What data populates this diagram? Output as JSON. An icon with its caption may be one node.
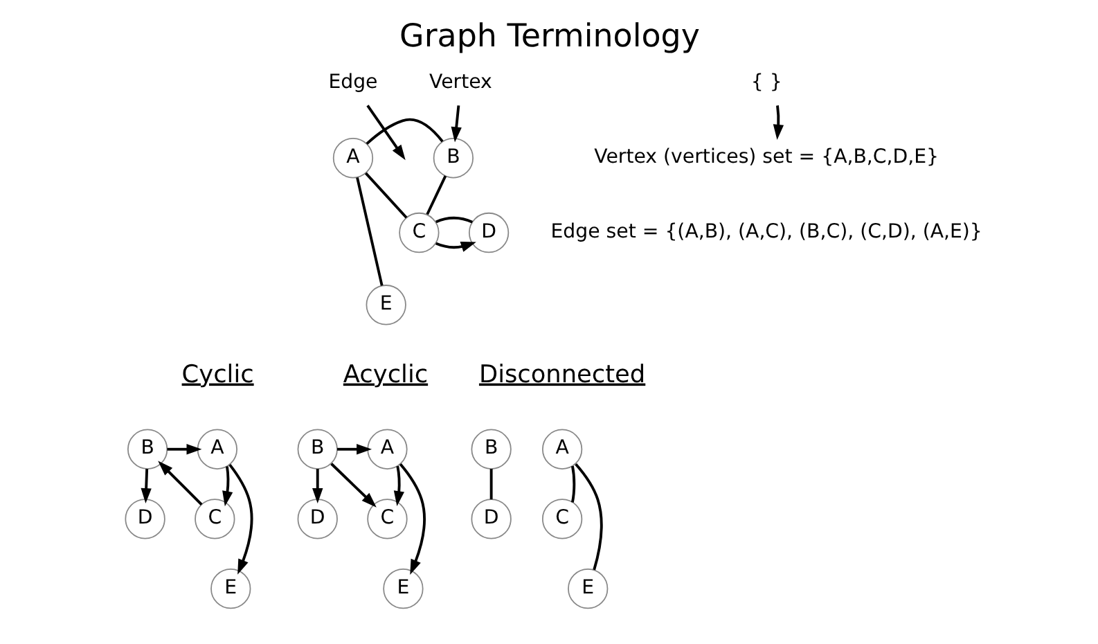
{
  "diagram": {
    "title": "Graph Terminology",
    "nodes": [
      {
        "text": [
          "A"
        ]
      },
      {
        "text": [
          "B"
        ]
      },
      {
        "text": [
          "C"
        ]
      },
      {
        "text": [
          "D"
        ]
      },
      {
        "text": [
          "E"
        ]
      },
      {
        "text": [
          "Edge"
        ]
      },
      {
        "text": [
          "Vertex"
        ]
      },
      {
        "text": [
          "{ }"
        ]
      },
      {
        "text": [
          "Vertex (vertices) set = {A,B,C,D,E}"
        ]
      },
      {
        "text": [
          "Cyclic"
        ]
      },
      {
        "text": [
          "A"
        ]
      },
      {
        "text": [
          "B"
        ]
      },
      {
        "text": [
          "C"
        ]
      },
      {
        "text": [
          "D"
        ]
      },
      {
        "text": [
          "E"
        ]
      },
      {
        "text": [
          "Acyclic"
        ]
      },
      {
        "text": [
          "A"
        ]
      },
      {
        "text": [
          "B"
        ]
      },
      {
        "text": [
          "C"
        ]
      },
      {
        "text": [
          "D"
        ]
      },
      {
        "text": [
          "E"
        ]
      },
      {
        "text": [
          "Disconnected"
        ]
      },
      {
        "text": [
          "A"
        ]
      },
      {
        "text": [
          "B"
        ]
      },
      {
        "text": [
          "C"
        ]
      },
      {
        "text": [
          "D"
        ]
      },
      {
        "text": [
          "E"
        ]
      }
    ],
    "edges": [
      {
        "from": 0,
        "to": 1,
        "arrow": "none"
      },
      {
        "from": 0,
        "to": 2,
        "arrow": "none"
      },
      {
        "from": 1,
        "to": 2,
        "arrow": "none"
      },
      {
        "from": 2,
        "to": 3,
        "arrow": "to"
      },
      {
        "from": 2,
        "to": 3,
        "arrow": "none"
      },
      {
        "from": 0,
        "to": 4,
        "arrow": "none"
      },
      {
        "from": 5,
        "to": null,
        "arrow": "to"
      },
      {
        "from": 6,
        "to": 1,
        "arrow": "to"
      },
      {
        "from": 7,
        "to": 8,
        "arrow": "to"
      },
      {
        "from": 11,
        "to": 10,
        "arrow": "to"
      },
      {
        "from": 10,
        "to": 12,
        "arrow": "to"
      },
      {
        "from": 12,
        "to": 11,
        "arrow": "to"
      },
      {
        "from": 11,
        "to": 13,
        "arrow": "to"
      },
      {
        "from": 10,
        "to": 14,
        "arrow": "to"
      },
      {
        "from": 17,
        "to": 16,
        "arrow": "to"
      },
      {
        "from": 16,
        "to": 18,
        "arrow": "to"
      },
      {
        "from": 17,
        "to": 18,
        "arrow": "to"
      },
      {
        "from": 17,
        "to": 19,
        "arrow": "to"
      },
      {
        "from": 16,
        "to": 20,
        "arrow": "to"
      },
      {
        "from": 22,
        "to": 24,
        "arrow": "none"
      },
      {
        "from": 22,
        "to": 26,
        "arrow": "none"
      },
      {
        "from": 23,
        "to": 25,
        "arrow": "none"
      }
    ],
    "labels": [
      "Edge set = {(A,B), (A,C), (B,C), (C,D), (A,E)}"
    ]
  }
}
